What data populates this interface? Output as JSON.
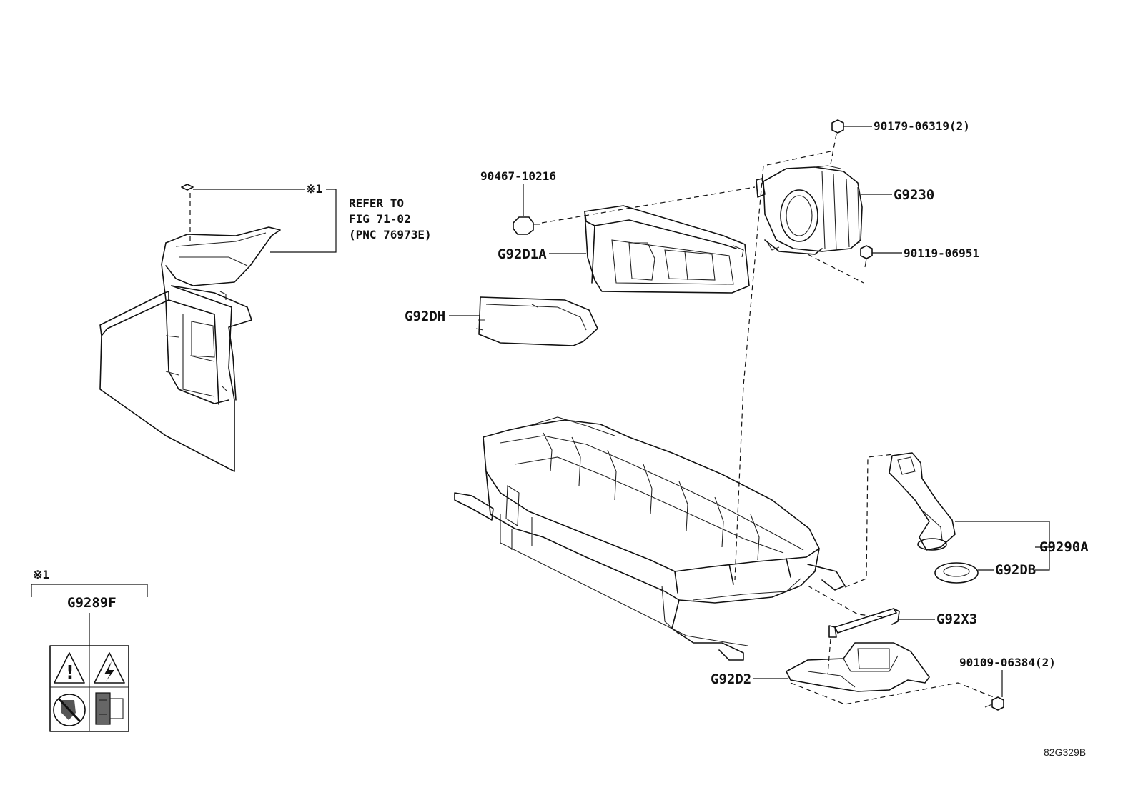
{
  "callouts": {
    "refer_note": {
      "marker": "※1",
      "lines": [
        "REFER TO",
        "FIG 71-02",
        "(PNC 76973E)"
      ]
    },
    "bolt_90467": "90467-10216",
    "nut_90179": "90179-06319(2)",
    "blower_g9230": "G9230",
    "bolt_90119": "90119-06951",
    "duct_g92d1a": "G92D1A",
    "cover_g92dh": "G92DH",
    "duct_g9290a": "G9290A",
    "seal_g92db": "G92DB",
    "sensor_g92x3": "G92X3",
    "bolt_90109": "90109-06384(2)",
    "duct_g92d2": "G92D2"
  },
  "legend_box": {
    "marker": "※1",
    "part_code": "G9289F",
    "icons": [
      "caution-triangle-icon",
      "high-voltage-icon",
      "no-touch-icon",
      "battery-label-icon"
    ]
  },
  "drawing_ref": "82G329B"
}
